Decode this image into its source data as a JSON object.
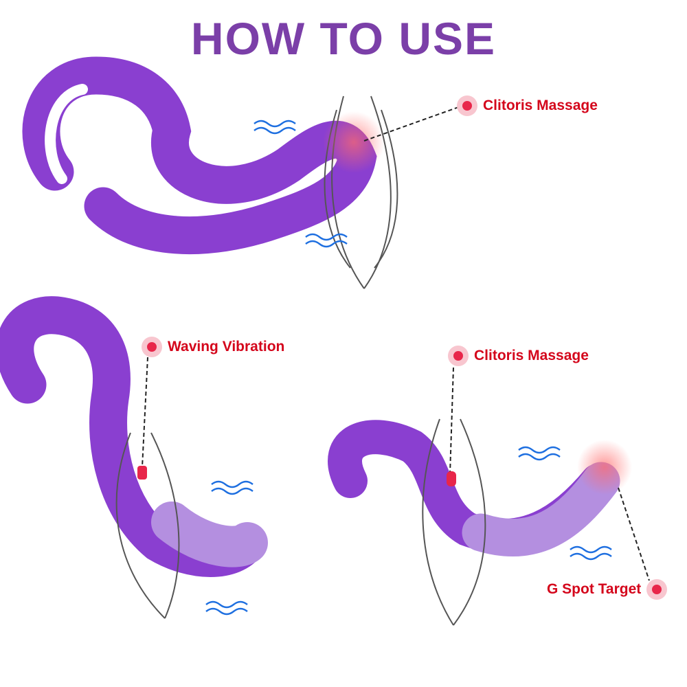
{
  "title": "HOW TO USE",
  "colors": {
    "title": "#7b3fa8",
    "label": "#d4051b",
    "product": "#8a3fd0",
    "product_light": "#b48fe0",
    "wave": "#1e6fe0"
  },
  "panels": [
    {
      "label": "Clitoris Massage"
    },
    {
      "label": "Waving Vibration"
    },
    {
      "label": "Clitoris Massage"
    },
    {
      "label": "G Spot Target"
    }
  ]
}
